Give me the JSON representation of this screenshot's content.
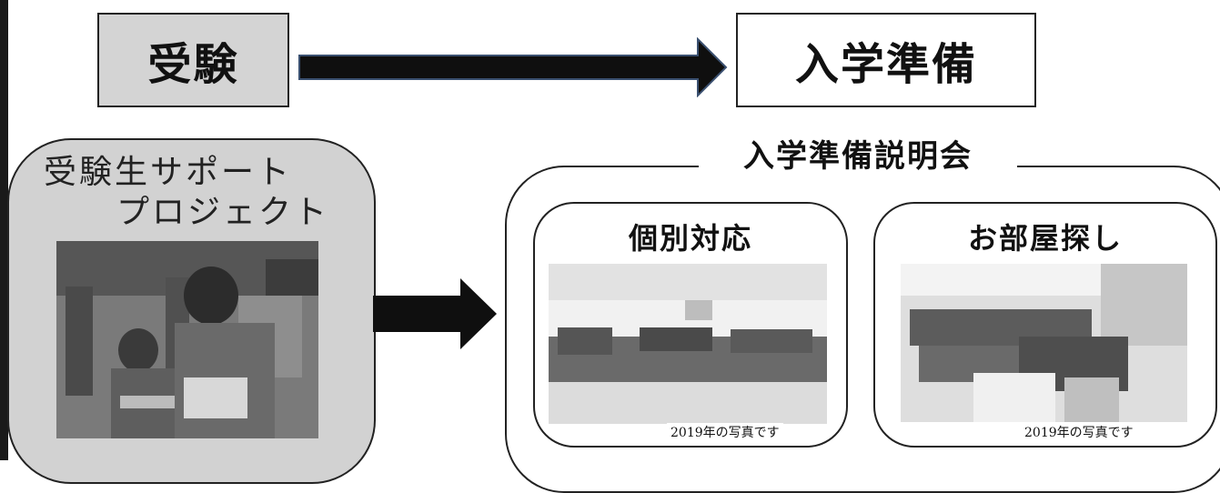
{
  "steps": {
    "exam": "受験",
    "preparation": "入学準備"
  },
  "support_project": {
    "line1": "受験生サポート",
    "line2": "プロジェクト"
  },
  "briefing": {
    "title": "入学準備説明会",
    "items": [
      {
        "label": "個別対応",
        "caption": "2019年の写真です"
      },
      {
        "label": "お部屋探し",
        "caption": "2019年の写真です"
      }
    ]
  },
  "colors": {
    "arrow_fill": "#0f0f0f",
    "arrow_outline": "#3a5070",
    "gray_box": "#d4d4d4",
    "panel_gray": "#d2d2d2"
  }
}
